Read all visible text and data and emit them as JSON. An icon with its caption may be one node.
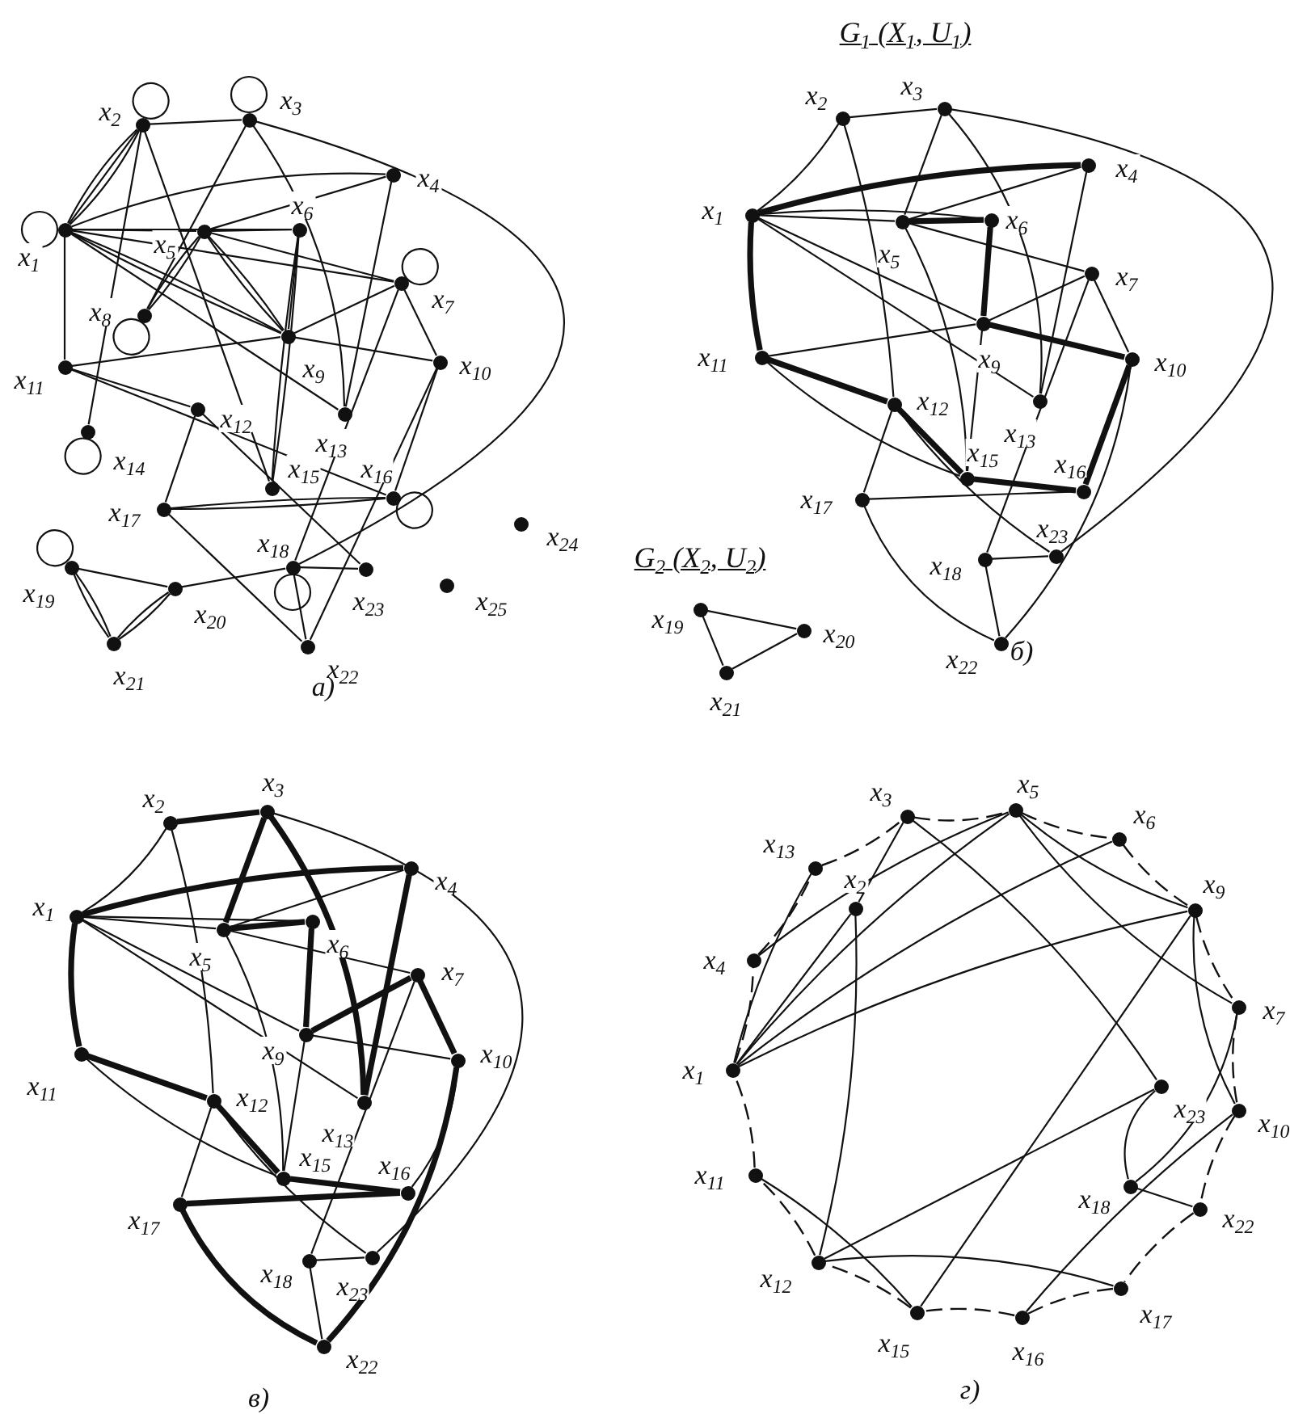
{
  "diagram": {
    "nodes": [
      {
        "text": [],
        "shape": "circle",
        "beside": [
          "x$_{1}$"
        ]
      },
      {
        "text": [],
        "shape": "circle",
        "beside": [
          "x$_{2}$"
        ]
      },
      {
        "text": [],
        "shape": "circle",
        "beside": [
          "x$_{3}$"
        ]
      },
      {
        "text": [],
        "shape": "circle",
        "beside": [
          "x$_{4}$"
        ]
      },
      {
        "text": [],
        "shape": "circle",
        "beside": [
          "x$_{5}$"
        ]
      },
      {
        "text": [],
        "shape": "circle",
        "beside": [
          "x$_{6}$"
        ]
      },
      {
        "text": [],
        "shape": "circle",
        "beside": [
          "x$_{7}$"
        ]
      },
      {
        "text": [],
        "shape": "circle",
        "beside": [
          "x$_{8}$"
        ]
      },
      {
        "text": [],
        "shape": "circle",
        "beside": [
          "x$_{9}$"
        ]
      },
      {
        "text": [],
        "shape": "circle",
        "beside": [
          "x$_{10}$"
        ]
      },
      {
        "text": [],
        "shape": "circle",
        "beside": [
          "x$_{11}$"
        ]
      },
      {
        "text": [],
        "shape": "circle",
        "beside": [
          "x$_{12}$"
        ]
      },
      {
        "text": [],
        "shape": "circle",
        "beside": [
          "x$_{13}$"
        ]
      },
      {
        "text": [],
        "shape": "circle",
        "beside": [
          "x$_{14}$"
        ]
      },
      {
        "text": [],
        "shape": "circle",
        "beside": [
          "x$_{15}$"
        ]
      },
      {
        "text": [],
        "shape": "circle",
        "beside": [
          "x$_{16}$"
        ]
      },
      {
        "text": [],
        "shape": "circle",
        "beside": [
          "x$_{17}$"
        ]
      },
      {
        "text": [],
        "shape": "circle",
        "beside": [
          "x$_{18}$"
        ]
      },
      {
        "text": [],
        "shape": "circle",
        "beside": [
          "x$_{19}$"
        ]
      },
      {
        "text": [],
        "shape": "circle",
        "beside": [
          "x$_{20}$"
        ]
      },
      {
        "text": [],
        "shape": "circle",
        "beside": [
          "x$_{21}$"
        ]
      },
      {
        "text": [],
        "shape": "circle",
        "beside": [
          "x$_{22}$"
        ]
      },
      {
        "text": [],
        "shape": "circle",
        "beside": [
          "x$_{23}$"
        ]
      },
      {
        "text": [],
        "shape": "circle",
        "beside": [
          "x$_{24}$"
        ]
      },
      {
        "text": [],
        "shape": "circle",
        "beside": [
          "x$_{25}$"
        ]
      },
      {
        "text": [],
        "shape": "circle",
        "beside": [
          "x$_{1}$"
        ]
      },
      {
        "text": [],
        "shape": "circle",
        "beside": [
          "x$_{2}$"
        ]
      },
      {
        "text": [],
        "shape": "circle",
        "beside": [
          "x$_{3}$"
        ]
      },
      {
        "text": [],
        "shape": "circle",
        "beside": [
          "x$_{4}$"
        ]
      },
      {
        "text": [],
        "shape": "circle",
        "beside": [
          "x$_{5}$"
        ]
      },
      {
        "text": [],
        "shape": "circle",
        "beside": [
          "x$_{6}$"
        ]
      },
      {
        "text": [],
        "shape": "circle",
        "beside": [
          "x$_{7}$"
        ]
      },
      {
        "text": [],
        "shape": "circle",
        "beside": [
          "x$_{9}$"
        ]
      },
      {
        "text": [],
        "shape": "circle",
        "beside": [
          "x$_{10}$"
        ]
      },
      {
        "text": [],
        "shape": "circle",
        "beside": [
          "x$_{11}$"
        ]
      },
      {
        "text": [],
        "shape": "circle",
        "beside": [
          "x$_{12}$"
        ]
      },
      {
        "text": [],
        "shape": "circle",
        "beside": [
          "x$_{13}$"
        ]
      },
      {
        "text": [],
        "shape": "circle",
        "beside": [
          "x$_{15}$"
        ]
      },
      {
        "text": [],
        "shape": "circle",
        "beside": [
          "x$_{16}$"
        ]
      },
      {
        "text": [],
        "shape": "circle",
        "beside": [
          "x$_{17}$"
        ]
      },
      {
        "text": [],
        "shape": "circle",
        "beside": [
          "x$_{18}$"
        ]
      },
      {
        "text": [],
        "shape": "circle",
        "beside": [
          "x$_{22}$"
        ]
      },
      {
        "text": [],
        "shape": "circle",
        "beside": [
          "x$_{23}$"
        ]
      },
      {
        "text": [],
        "shape": "circle",
        "beside": [
          "x$_{19}$"
        ]
      },
      {
        "text": [],
        "shape": "circle",
        "beside": [
          "x$_{20}$"
        ]
      },
      {
        "text": [],
        "shape": "circle",
        "beside": [
          "x$_{21}$"
        ]
      },
      {
        "text": [],
        "shape": "circle",
        "beside": [
          "x$_{1}$"
        ]
      },
      {
        "text": [],
        "shape": "circle",
        "beside": [
          "x$_{2}$"
        ]
      },
      {
        "text": [],
        "shape": "circle",
        "beside": [
          "x$_{3}$"
        ]
      },
      {
        "text": [],
        "shape": "circle",
        "beside": [
          "x$_{4}$"
        ]
      },
      {
        "text": [],
        "shape": "circle",
        "beside": [
          "x$_{5}$"
        ]
      },
      {
        "text": [],
        "shape": "circle",
        "beside": [
          "x$_{6}$"
        ]
      },
      {
        "text": [],
        "shape": "circle",
        "beside": [
          "x$_{7}$"
        ]
      },
      {
        "text": [],
        "shape": "circle",
        "beside": [
          "x$_{9}$"
        ]
      },
      {
        "text": [],
        "shape": "circle",
        "beside": [
          "x$_{10}$"
        ]
      },
      {
        "text": [],
        "shape": "circle",
        "beside": [
          "x$_{11}$"
        ]
      },
      {
        "text": [],
        "shape": "circle",
        "beside": [
          "x$_{12}$"
        ]
      },
      {
        "text": [],
        "shape": "circle",
        "beside": [
          "x$_{13}$"
        ]
      },
      {
        "text": [],
        "shape": "circle",
        "beside": [
          "x$_{15}$"
        ]
      },
      {
        "text": [],
        "shape": "circle",
        "beside": [
          "x$_{16}$"
        ]
      },
      {
        "text": [],
        "shape": "circle",
        "beside": [
          "x$_{17}$"
        ]
      },
      {
        "text": [],
        "shape": "circle",
        "beside": [
          "x$_{18}$"
        ]
      },
      {
        "text": [],
        "shape": "circle",
        "beside": [
          "x$_{22}$"
        ]
      },
      {
        "text": [],
        "shape": "circle",
        "beside": [
          "x$_{23}$"
        ]
      },
      {
        "text": [],
        "shape": "circle",
        "beside": [
          "x$_{5}$"
        ]
      },
      {
        "text": [],
        "shape": "circle",
        "beside": [
          "x$_{3}$"
        ]
      },
      {
        "text": [],
        "shape": "circle",
        "beside": [
          "x$_{6}$"
        ]
      },
      {
        "text": [],
        "shape": "circle",
        "beside": [
          "x$_{13}$"
        ]
      },
      {
        "text": [],
        "shape": "circle",
        "beside": [
          "x$_{2}$"
        ]
      },
      {
        "text": [],
        "shape": "circle",
        "beside": [
          "x$_{9}$"
        ]
      },
      {
        "text": [],
        "shape": "circle",
        "beside": [
          "x$_{4}$"
        ]
      },
      {
        "text": [],
        "shape": "circle",
        "beside": [
          "x$_{7}$"
        ]
      },
      {
        "text": [],
        "shape": "circle",
        "beside": [
          "x$_{1}$"
        ]
      },
      {
        "text": [],
        "shape": "circle",
        "beside": [
          "x$_{23}$"
        ]
      },
      {
        "text": [],
        "shape": "circle",
        "beside": [
          "x$_{10}$"
        ]
      },
      {
        "text": [],
        "shape": "circle",
        "beside": [
          "x$_{18}$"
        ]
      },
      {
        "text": [],
        "shape": "circle",
        "beside": [
          "x$_{11}$"
        ]
      },
      {
        "text": [],
        "shape": "circle",
        "beside": [
          "x$_{22}$"
        ]
      },
      {
        "text": [],
        "shape": "circle",
        "beside": [
          "x$_{12}$"
        ]
      },
      {
        "text": [],
        "shape": "circle",
        "beside": [
          "x$_{17}$"
        ]
      },
      {
        "text": [],
        "shape": "circle",
        "beside": [
          "x$_{15}$"
        ]
      },
      {
        "text": [],
        "shape": "circle",
        "beside": [
          "x$_{16}$"
        ]
      }
    ],
    "edges": [
      {
        "from": 0,
        "to": 1,
        "arrow": "none"
      },
      {
        "from": 0,
        "to": 1,
        "arrow": "none"
      },
      {
        "from": 0,
        "to": 1,
        "arrow": "none"
      },
      {
        "from": 1,
        "to": 2,
        "arrow": "none"
      },
      {
        "from": 0,
        "to": 3,
        "arrow": "none"
      },
      {
        "from": 0,
        "to": 4,
        "arrow": "none"
      },
      {
        "from": 0,
        "to": 5,
        "arrow": "none"
      },
      {
        "from": 0,
        "to": 6,
        "arrow": "none"
      },
      {
        "from": 0,
        "to": 8,
        "arrow": "none"
      },
      {
        "from": 0,
        "to": 8,
        "arrow": "none"
      },
      {
        "from": 0,
        "to": 12,
        "arrow": "none"
      },
      {
        "from": 0,
        "to": 10,
        "arrow": "none"
      },
      {
        "from": 1,
        "to": 13,
        "arrow": "none"
      },
      {
        "from": 1,
        "to": 14,
        "arrow": "none"
      },
      {
        "from": 2,
        "to": 7,
        "arrow": "none"
      },
      {
        "from": 2,
        "to": 12,
        "arrow": "none"
      },
      {
        "from": 2,
        "to": 17,
        "arrow": "none"
      },
      {
        "from": 3,
        "to": 4,
        "arrow": "none"
      },
      {
        "from": 3,
        "to": 12,
        "arrow": "none"
      },
      {
        "from": 4,
        "to": 5,
        "arrow": "none"
      },
      {
        "from": 4,
        "to": 7,
        "arrow": "none"
      },
      {
        "from": 4,
        "to": 7,
        "arrow": "none"
      },
      {
        "from": 4,
        "to": 8,
        "arrow": "none"
      },
      {
        "from": 4,
        "to": 8,
        "arrow": "none"
      },
      {
        "from": 4,
        "to": 6,
        "arrow": "none"
      },
      {
        "from": 5,
        "to": 14,
        "arrow": "none"
      },
      {
        "from": 5,
        "to": 14,
        "arrow": "none"
      },
      {
        "from": 5,
        "to": 8,
        "arrow": "none"
      },
      {
        "from": 6,
        "to": 8,
        "arrow": "none"
      },
      {
        "from": 6,
        "to": 17,
        "arrow": "none"
      },
      {
        "from": 6,
        "to": 9,
        "arrow": "none"
      },
      {
        "from": 8,
        "to": 9,
        "arrow": "none"
      },
      {
        "from": 8,
        "to": 10,
        "arrow": "none"
      },
      {
        "from": 9,
        "to": 15,
        "arrow": "none"
      },
      {
        "from": 9,
        "to": 21,
        "arrow": "none"
      },
      {
        "from": 10,
        "to": 11,
        "arrow": "none"
      },
      {
        "from": 10,
        "to": 15,
        "arrow": "none"
      },
      {
        "from": 11,
        "to": 16,
        "arrow": "none"
      },
      {
        "from": 11,
        "to": 22,
        "arrow": "none"
      },
      {
        "from": 16,
        "to": 15,
        "arrow": "none"
      },
      {
        "from": 16,
        "to": 15,
        "arrow": "none"
      },
      {
        "from": 16,
        "to": 21,
        "arrow": "none"
      },
      {
        "from": 17,
        "to": 19,
        "arrow": "none"
      },
      {
        "from": 17,
        "to": 22,
        "arrow": "none"
      },
      {
        "from": 17,
        "to": 21,
        "arrow": "none"
      },
      {
        "from": 18,
        "to": 19,
        "arrow": "none"
      },
      {
        "from": 18,
        "to": 20,
        "arrow": "none"
      },
      {
        "from": 18,
        "to": 20,
        "arrow": "none"
      },
      {
        "from": 19,
        "to": 20,
        "arrow": "none"
      },
      {
        "from": 19,
        "to": 20,
        "arrow": "none"
      },
      {
        "from": 0,
        "to": 0,
        "arrow": "none"
      },
      {
        "from": 1,
        "to": 1,
        "arrow": "none"
      },
      {
        "from": 2,
        "to": 2,
        "arrow": "none"
      },
      {
        "from": 6,
        "to": 6,
        "arrow": "none"
      },
      {
        "from": 7,
        "to": 7,
        "arrow": "none"
      },
      {
        "from": 13,
        "to": 13,
        "arrow": "none"
      },
      {
        "from": 15,
        "to": 15,
        "arrow": "none"
      },
      {
        "from": 17,
        "to": 17,
        "arrow": "none"
      },
      {
        "from": 18,
        "to": 18,
        "arrow": "none"
      },
      {
        "from": 25,
        "to": 26,
        "arrow": "none"
      },
      {
        "from": 26,
        "to": 27,
        "arrow": "none"
      },
      {
        "from": 26,
        "to": 35,
        "arrow": "none"
      },
      {
        "from": 27,
        "to": 29,
        "arrow": "none"
      },
      {
        "from": 27,
        "to": 36,
        "arrow": "none"
      },
      {
        "from": 27,
        "to": 42,
        "arrow": "none"
      },
      {
        "from": 25,
        "to": 28,
        "arrow": "none",
        "style": "thick"
      },
      {
        "from": 25,
        "to": 30,
        "arrow": "none"
      },
      {
        "from": 25,
        "to": 29,
        "arrow": "none"
      },
      {
        "from": 25,
        "to": 32,
        "arrow": "none"
      },
      {
        "from": 25,
        "to": 36,
        "arrow": "none"
      },
      {
        "from": 25,
        "to": 34,
        "arrow": "none",
        "style": "thick"
      },
      {
        "from": 28,
        "to": 29,
        "arrow": "none"
      },
      {
        "from": 28,
        "to": 36,
        "arrow": "none"
      },
      {
        "from": 29,
        "to": 30,
        "arrow": "none",
        "style": "thick"
      },
      {
        "from": 29,
        "to": 31,
        "arrow": "none"
      },
      {
        "from": 29,
        "to": 37,
        "arrow": "none"
      },
      {
        "from": 30,
        "to": 32,
        "arrow": "none",
        "style": "thick"
      },
      {
        "from": 31,
        "to": 32,
        "arrow": "none"
      },
      {
        "from": 31,
        "to": 33,
        "arrow": "none"
      },
      {
        "from": 31,
        "to": 40,
        "arrow": "none"
      },
      {
        "from": 32,
        "to": 33,
        "arrow": "none",
        "style": "thick"
      },
      {
        "from": 32,
        "to": 34,
        "arrow": "none"
      },
      {
        "from": 32,
        "to": 37,
        "arrow": "none"
      },
      {
        "from": 33,
        "to": 38,
        "arrow": "none",
        "style": "thick"
      },
      {
        "from": 33,
        "to": 41,
        "arrow": "none"
      },
      {
        "from": 34,
        "to": 35,
        "arrow": "none",
        "style": "thick"
      },
      {
        "from": 34,
        "to": 37,
        "arrow": "none"
      },
      {
        "from": 35,
        "to": 37,
        "arrow": "none",
        "style": "thick"
      },
      {
        "from": 35,
        "to": 39,
        "arrow": "none"
      },
      {
        "from": 35,
        "to": 42,
        "arrow": "none"
      },
      {
        "from": 37,
        "to": 38,
        "arrow": "none",
        "style": "thick"
      },
      {
        "from": 39,
        "to": 38,
        "arrow": "none"
      },
      {
        "from": 39,
        "to": 41,
        "arrow": "none"
      },
      {
        "from": 40,
        "to": 42,
        "arrow": "none"
      },
      {
        "from": 40,
        "to": 41,
        "arrow": "none"
      },
      {
        "from": 43,
        "to": 44,
        "arrow": "none"
      },
      {
        "from": 43,
        "to": 45,
        "arrow": "none"
      },
      {
        "from": 44,
        "to": 45,
        "arrow": "none"
      },
      {
        "from": 46,
        "to": 49,
        "arrow": "none",
        "style": "thick"
      },
      {
        "from": 46,
        "to": 55,
        "arrow": "none",
        "style": "thick"
      },
      {
        "from": 55,
        "to": 56,
        "arrow": "none",
        "style": "thick"
      },
      {
        "from": 56,
        "to": 58,
        "arrow": "none",
        "style": "thick"
      },
      {
        "from": 58,
        "to": 59,
        "arrow": "none",
        "style": "thick"
      },
      {
        "from": 60,
        "to": 59,
        "arrow": "none",
        "style": "thick"
      },
      {
        "from": 60,
        "to": 62,
        "arrow": "none",
        "style": "thick"
      },
      {
        "from": 62,
        "to": 54,
        "arrow": "none",
        "style": "thick"
      },
      {
        "from": 54,
        "to": 52,
        "arrow": "none",
        "style": "thick"
      },
      {
        "from": 52,
        "to": 53,
        "arrow": "none",
        "style": "thick"
      },
      {
        "from": 53,
        "to": 51,
        "arrow": "none",
        "style": "thick"
      },
      {
        "from": 51,
        "to": 50,
        "arrow": "none",
        "style": "thick"
      },
      {
        "from": 50,
        "to": 48,
        "arrow": "none",
        "style": "thick"
      },
      {
        "from": 48,
        "to": 57,
        "arrow": "none",
        "style": "thick"
      },
      {
        "from": 57,
        "to": 49,
        "arrow": "none",
        "style": "thick"
      },
      {
        "from": 47,
        "to": 48,
        "arrow": "none",
        "style": "thick"
      },
      {
        "from": 46,
        "to": 47,
        "arrow": "none"
      },
      {
        "from": 46,
        "to": 50,
        "arrow": "none"
      },
      {
        "from": 46,
        "to": 51,
        "arrow": "none"
      },
      {
        "from": 46,
        "to": 53,
        "arrow": "none"
      },
      {
        "from": 46,
        "to": 57,
        "arrow": "none"
      },
      {
        "from": 48,
        "to": 63,
        "arrow": "none"
      },
      {
        "from": 47,
        "to": 56,
        "arrow": "none"
      },
      {
        "from": 49,
        "to": 50,
        "arrow": "none"
      },
      {
        "from": 50,
        "to": 52,
        "arrow": "none"
      },
      {
        "from": 50,
        "to": 58,
        "arrow": "none"
      },
      {
        "from": 53,
        "to": 54,
        "arrow": "none"
      },
      {
        "from": 53,
        "to": 58,
        "arrow": "none"
      },
      {
        "from": 52,
        "to": 61,
        "arrow": "none"
      },
      {
        "from": 55,
        "to": 58,
        "arrow": "none"
      },
      {
        "from": 56,
        "to": 60,
        "arrow": "none"
      },
      {
        "from": 56,
        "to": 63,
        "arrow": "none"
      },
      {
        "from": 61,
        "to": 63,
        "arrow": "none"
      },
      {
        "from": 61,
        "to": 62,
        "arrow": "none"
      },
      {
        "from": 54,
        "to": 59,
        "arrow": "none"
      },
      {
        "from": 65,
        "to": 64,
        "arrow": "none",
        "style": "dashed"
      },
      {
        "from": 64,
        "to": 66,
        "arrow": "none",
        "style": "dashed"
      },
      {
        "from": 66,
        "to": 69,
        "arrow": "none",
        "style": "dashed"
      },
      {
        "from": 69,
        "to": 71,
        "arrow": "none",
        "style": "dashed"
      },
      {
        "from": 71,
        "to": 74,
        "arrow": "none",
        "style": "dashed"
      },
      {
        "from": 74,
        "to": 77,
        "arrow": "none",
        "style": "dashed"
      },
      {
        "from": 77,
        "to": 79,
        "arrow": "none",
        "style": "dashed"
      },
      {
        "from": 79,
        "to": 81,
        "arrow": "none",
        "style": "dashed"
      },
      {
        "from": 81,
        "to": 80,
        "arrow": "none",
        "style": "dashed"
      },
      {
        "from": 80,
        "to": 78,
        "arrow": "none",
        "style": "dashed"
      },
      {
        "from": 78,
        "to": 76,
        "arrow": "none",
        "style": "dashed"
      },
      {
        "from": 76,
        "to": 72,
        "arrow": "none",
        "style": "dashed"
      },
      {
        "from": 72,
        "to": 70,
        "arrow": "none",
        "style": "dashed"
      },
      {
        "from": 70,
        "to": 67,
        "arrow": "none",
        "style": "dashed"
      },
      {
        "from": 67,
        "to": 65,
        "arrow": "none",
        "style": "dashed"
      },
      {
        "from": 68,
        "to": 65,
        "arrow": "none"
      },
      {
        "from": 72,
        "to": 68,
        "arrow": "none"
      },
      {
        "from": 72,
        "to": 67,
        "arrow": "none"
      },
      {
        "from": 72,
        "to": 64,
        "arrow": "none"
      },
      {
        "from": 72,
        "to": 66,
        "arrow": "none"
      },
      {
        "from": 72,
        "to": 69,
        "arrow": "none"
      },
      {
        "from": 70,
        "to": 64,
        "arrow": "none"
      },
      {
        "from": 68,
        "to": 78,
        "arrow": "none"
      },
      {
        "from": 65,
        "to": 73,
        "arrow": "none"
      },
      {
        "from": 64,
        "to": 69,
        "arrow": "none"
      },
      {
        "from": 64,
        "to": 71,
        "arrow": "none"
      },
      {
        "from": 69,
        "to": 74,
        "arrow": "none"
      },
      {
        "from": 69,
        "to": 80,
        "arrow": "none"
      },
      {
        "from": 71,
        "to": 75,
        "arrow": "none"
      },
      {
        "from": 73,
        "to": 75,
        "arrow": "none"
      },
      {
        "from": 75,
        "to": 77,
        "arrow": "none"
      },
      {
        "from": 73,
        "to": 78,
        "arrow": "none"
      },
      {
        "from": 78,
        "to": 79,
        "arrow": "none"
      },
      {
        "from": 76,
        "to": 80,
        "arrow": "none"
      },
      {
        "from": 74,
        "to": 81,
        "arrow": "none"
      }
    ],
    "labels": [
      "G$_{1}$ (X$_{1}$, U$_{1}$)",
      "а)",
      "G$_{2}$ (X$_{2}$, U$_{2}$)",
      "б)",
      "в)",
      "г)"
    ]
  }
}
